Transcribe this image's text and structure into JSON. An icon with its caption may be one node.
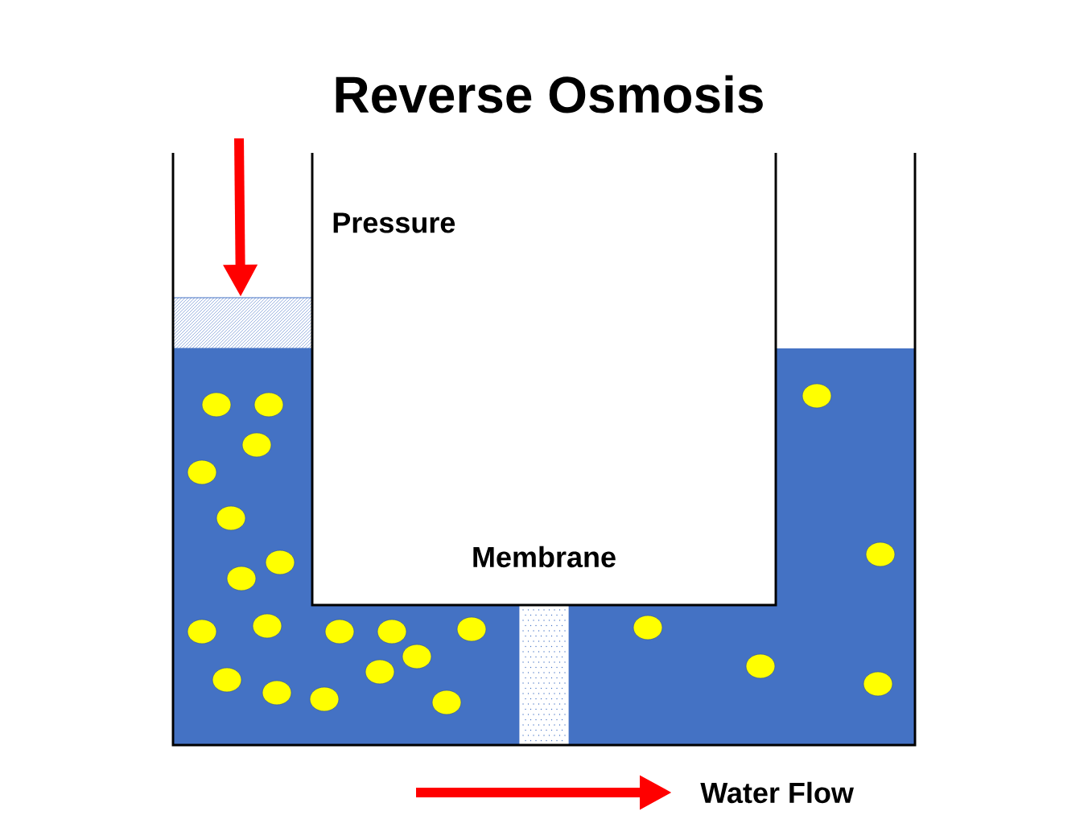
{
  "diagram": {
    "title": "Reverse Osmosis",
    "labels": [
      "Pressure",
      "Membrane",
      "Water Flow"
    ]
  }
}
